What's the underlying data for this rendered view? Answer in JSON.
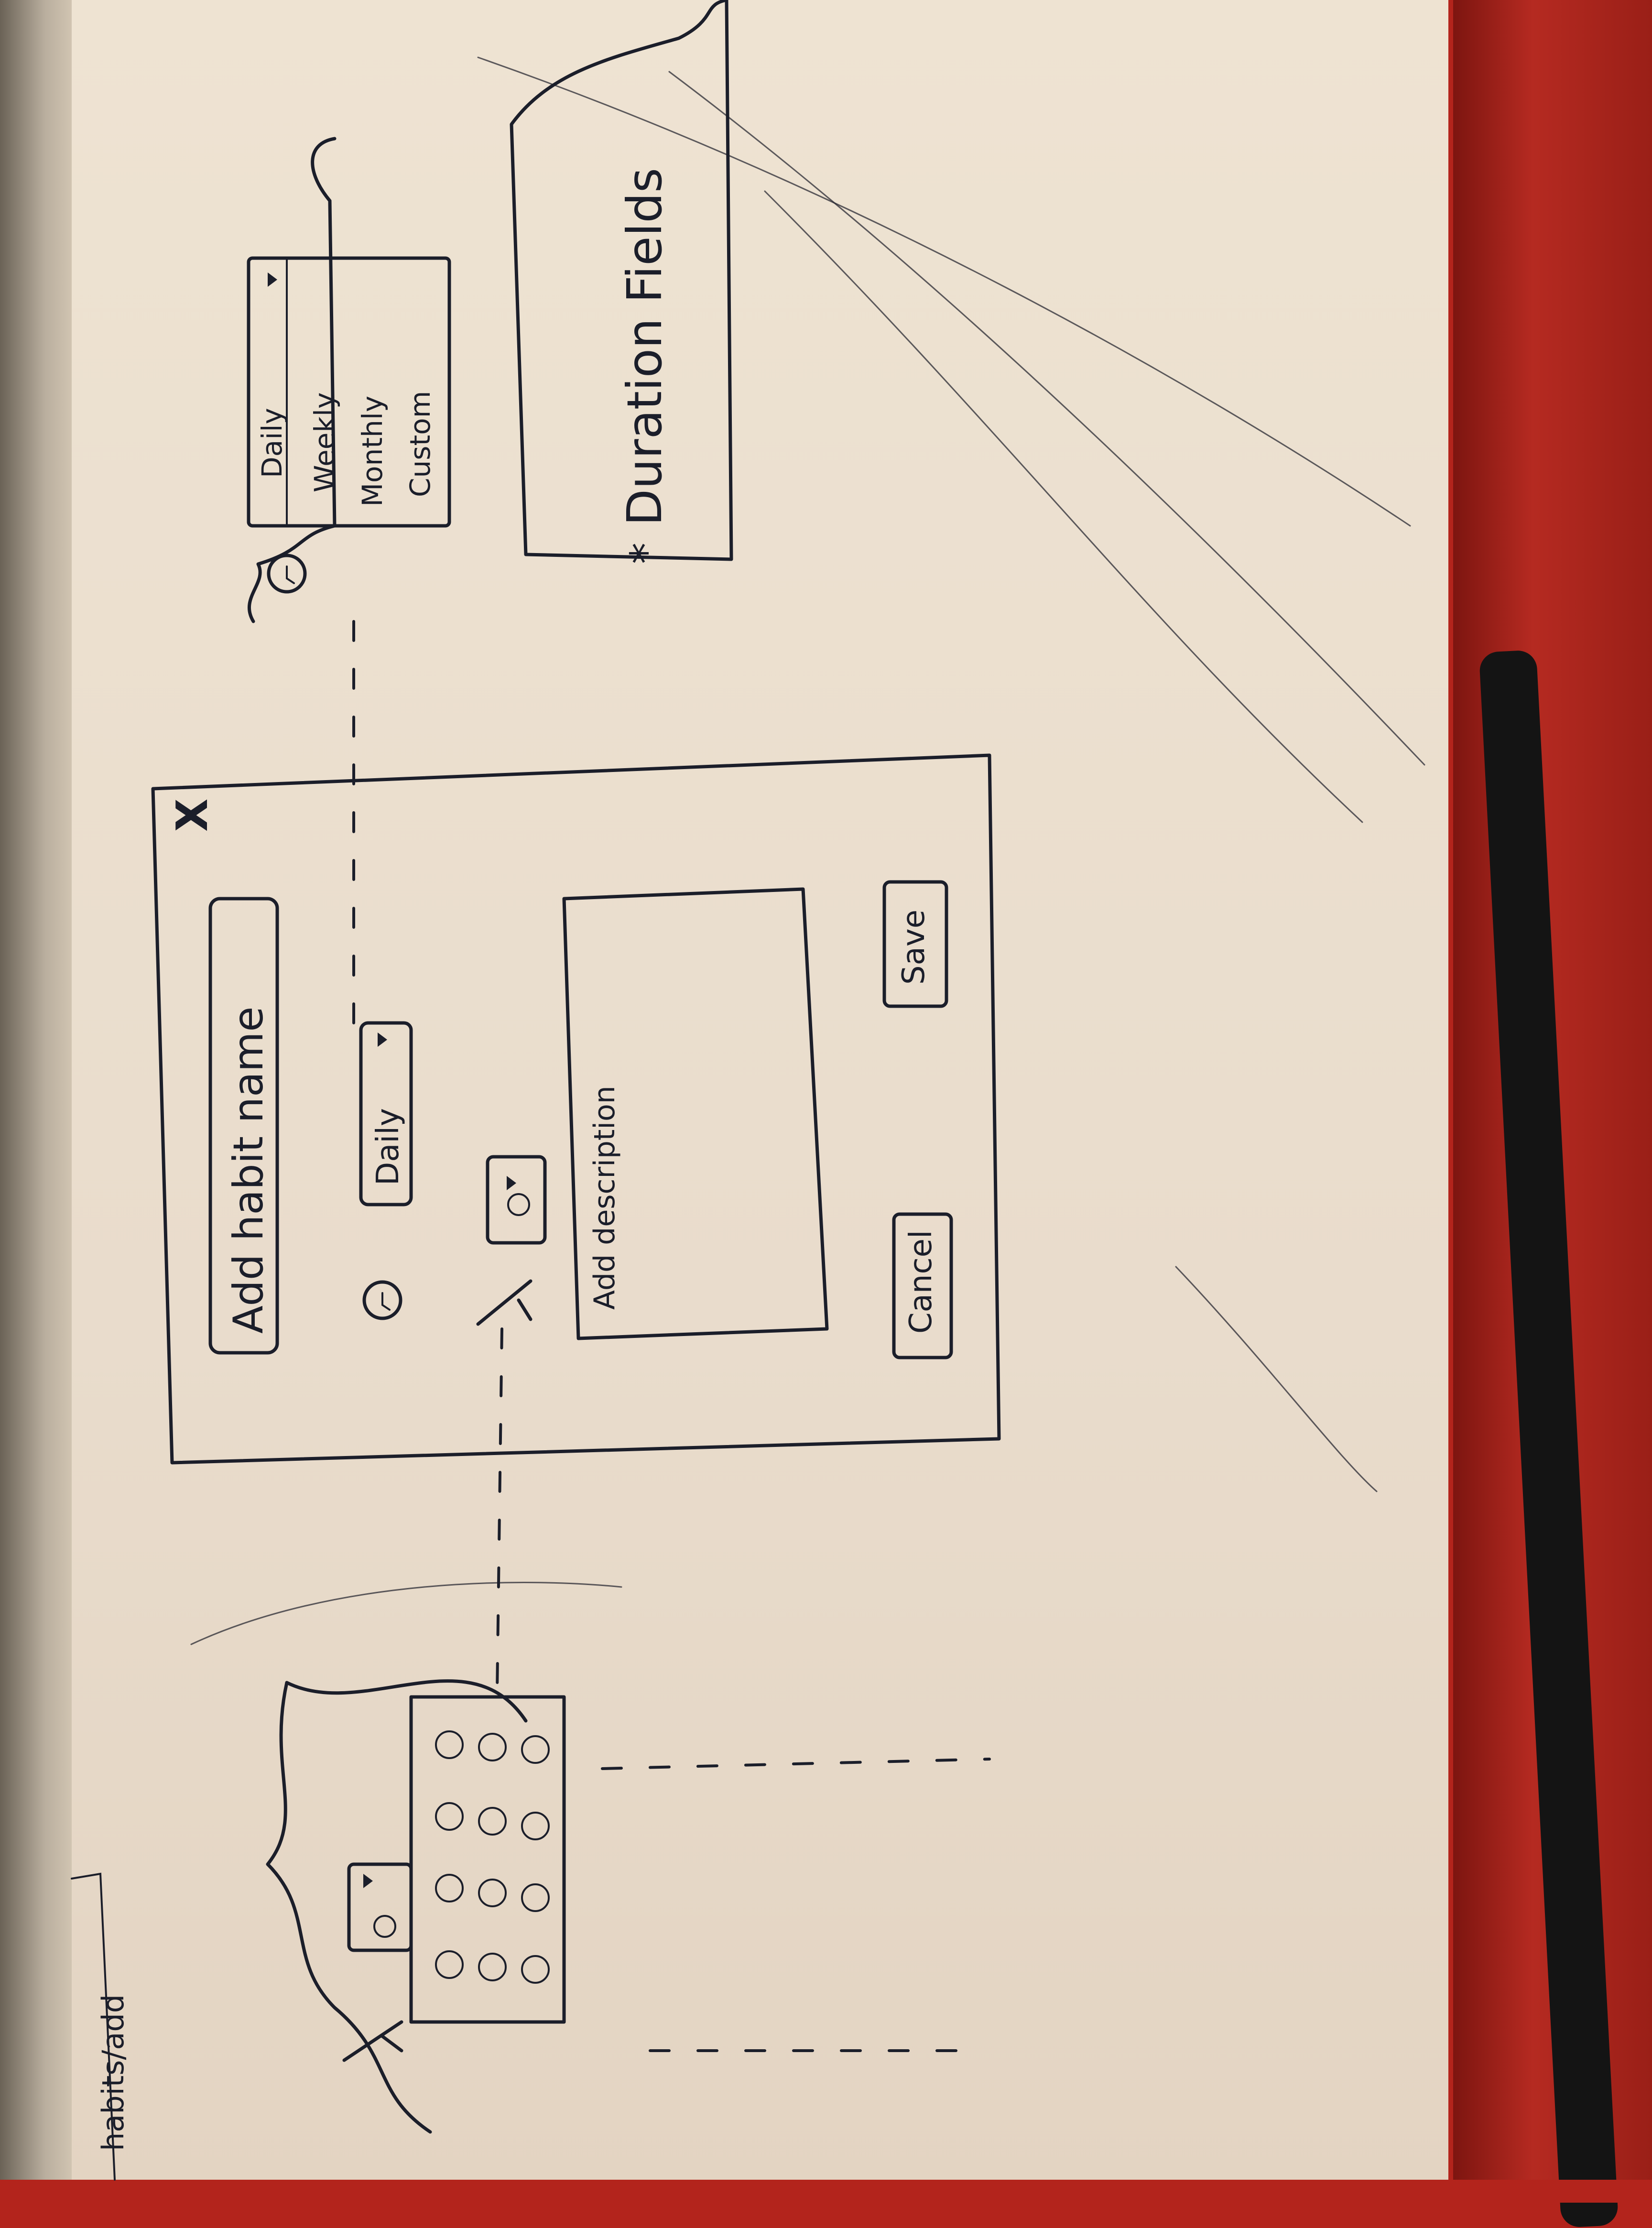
{
  "page_label": "habits/add",
  "dialog": {
    "close_glyph": "X",
    "name_placeholder": "Add habit name",
    "frequency_value": "Daily",
    "description_placeholder": "Add description",
    "cancel_label": "Cancel",
    "save_label": "Save"
  },
  "frequency_dropdown": {
    "options": [
      "Daily",
      "Weekly",
      "Monthly",
      "Custom"
    ]
  },
  "duration_note": "Duration Fields",
  "duration_mark": "*"
}
